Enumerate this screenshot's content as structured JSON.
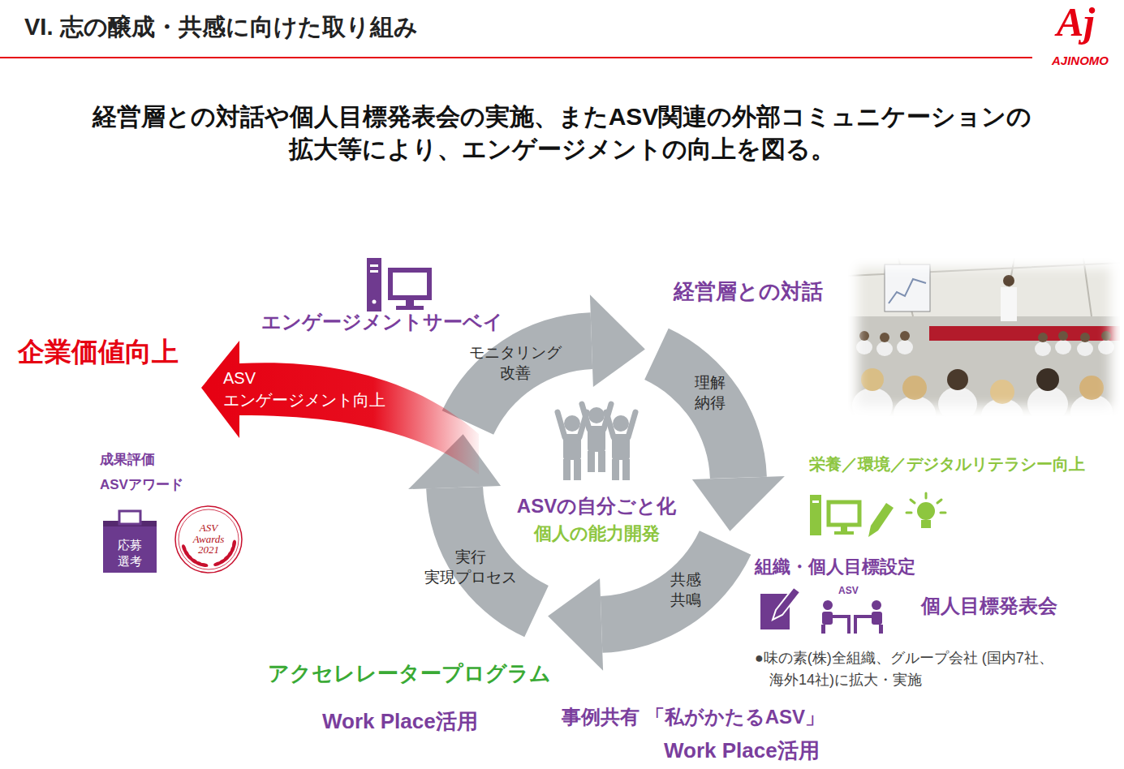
{
  "diagram": {
    "title": "VI. 志の醸成・共感に向けた取り組み",
    "nodes": [
      {
        "text": [
          "ASVの自分ごと化",
          "個人の能力開発"
        ]
      },
      {
        "text": [
          "ASV エンゲージメント向上"
        ]
      },
      {
        "text": [
          "応募 選考"
        ]
      },
      {
        "text": [
          "ASV Awards 2021"
        ]
      }
    ],
    "labels": [
      "Aj",
      "AJINOMO",
      "経営層との対話や個人目標発表会の実施、またASV関連の外部コミュニケーションの 拡大等により、エンゲージメントの向上を図る。",
      "エンゲージメントサーベイ",
      "企業価値向上",
      "モニタリング 改善",
      "理解 納得",
      "経営層との対話",
      "栄養／環境／デジタルリテラシー向上",
      "組織・個人目標設定",
      "ASV",
      "個人目標発表会",
      "●味の素(株)全組織、グループ会社 (国内7社、海外14社)に拡大・実施",
      "共感 共鳴",
      "実行 実現プロセス",
      "成果評価",
      "ASVアワード",
      "アクセレレータープログラム",
      "Work Place活用",
      "事例共有 「私がかたるASV」",
      "Work Place活用"
    ]
  }
}
